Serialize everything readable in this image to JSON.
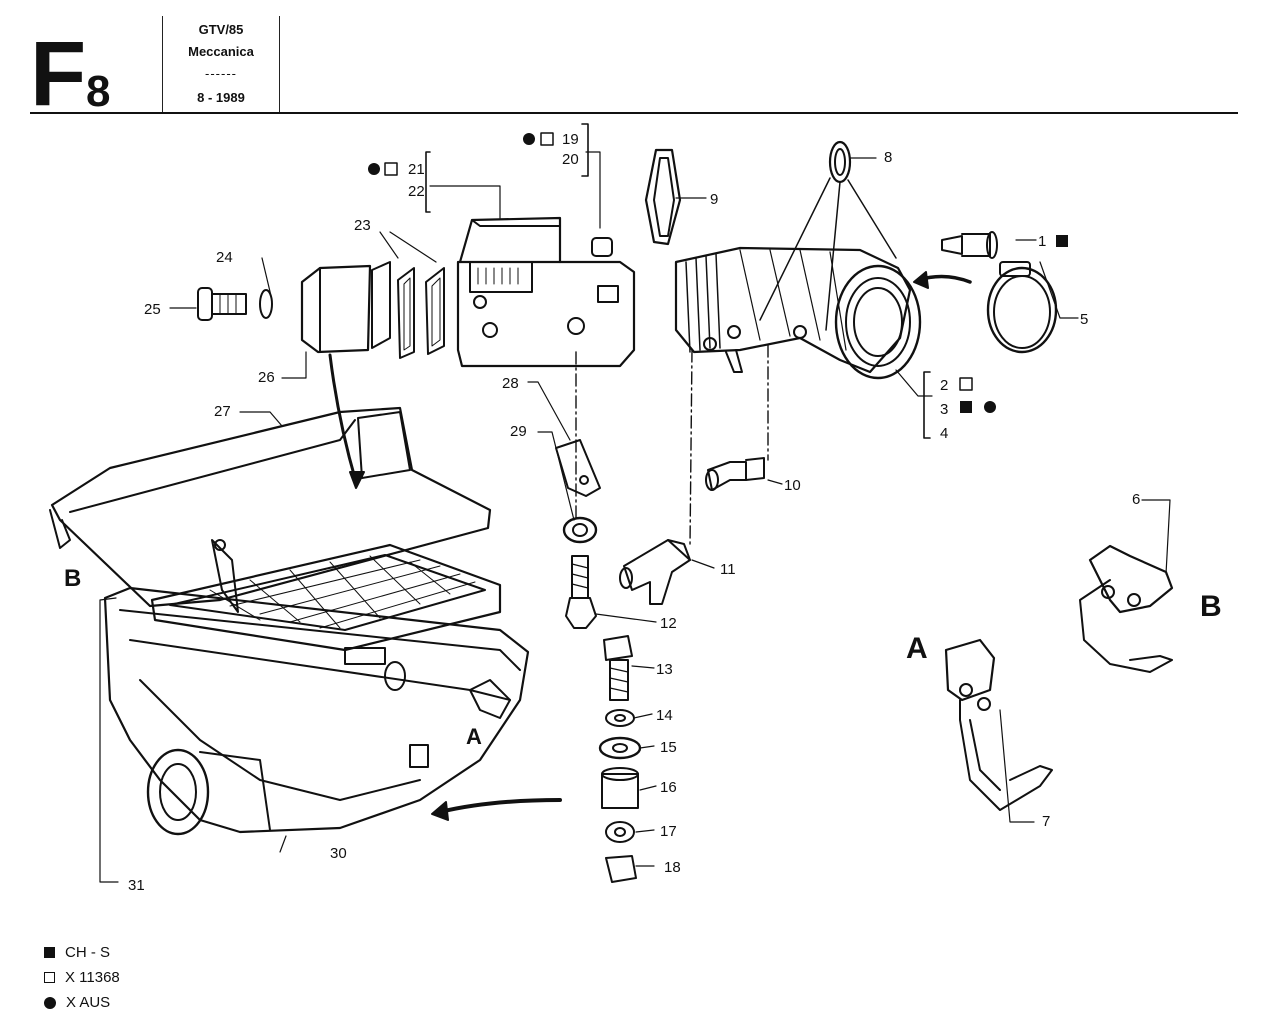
{
  "header": {
    "section_letter": "F",
    "section_number": "8",
    "model": "GTV/85",
    "group": "Meccanica",
    "separator": "------",
    "date": "8 - 1989"
  },
  "callouts": [
    "1",
    "2",
    "3",
    "4",
    "5",
    "6",
    "7",
    "8",
    "9",
    "10",
    "11",
    "12",
    "13",
    "14",
    "15",
    "16",
    "17",
    "18",
    "19",
    "20",
    "21",
    "22",
    "23",
    "24",
    "25",
    "26",
    "27",
    "28",
    "29",
    "30",
    "31"
  ],
  "view_markers": {
    "a": "A",
    "b": "B"
  },
  "legend": [
    {
      "symbol": "square-filled",
      "label": "CH - S"
    },
    {
      "symbol": "square-open",
      "label": "X 11368"
    },
    {
      "symbol": "dot",
      "label": "X AUS"
    }
  ]
}
